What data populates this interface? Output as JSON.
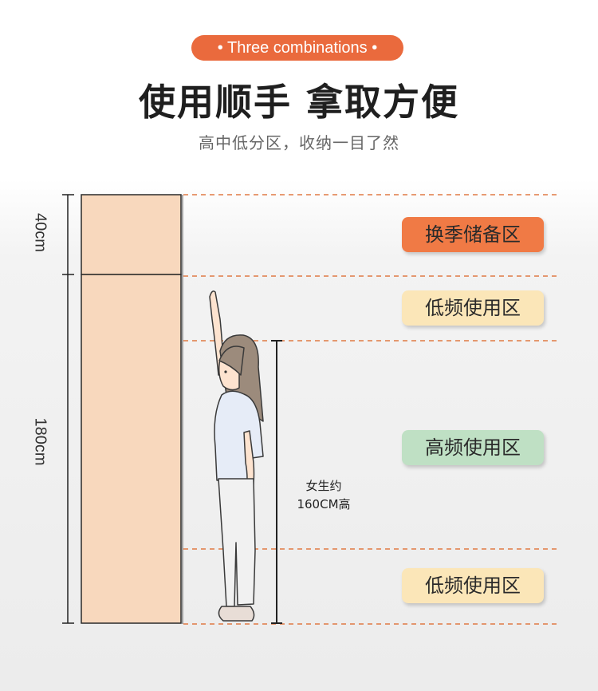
{
  "header": {
    "badge": "• Three combinations •",
    "title": "使用顺手 拿取方便",
    "subtitle": "高中低分区，收纳一目了然"
  },
  "measurements": {
    "top_cabinet": "40cm",
    "bottom_cabinet": "180cm"
  },
  "zones": [
    {
      "label": "换季储备区",
      "color": "#f07a45"
    },
    {
      "label": "低频使用区",
      "color": "#fbe6b8"
    },
    {
      "label": "高频使用区",
      "color": "#bfe0c4"
    },
    {
      "label": "低频使用区",
      "color": "#fbe6b8"
    }
  ],
  "person_note": {
    "line1": "女生约",
    "line2": "160CM高"
  },
  "colors": {
    "accent": "#ea6a3d",
    "cabinet": "#f8d8bd",
    "dashed": "#e07a44"
  }
}
